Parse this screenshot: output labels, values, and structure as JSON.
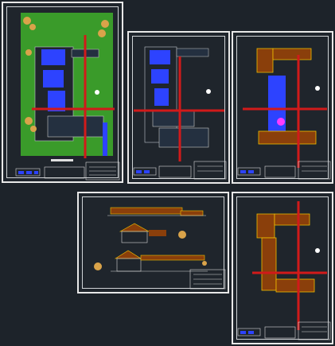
{
  "workspace": {
    "background": "#1d232a"
  },
  "colors": {
    "sheet_border": "#e8e8e8",
    "lawn": "#3a9b2a",
    "plan_blue": "#2d43ff",
    "axis_red": "#d11a1a",
    "roof_brown": "#8a3f0b",
    "roof_edge": "#f0c000",
    "highlight_magenta": "#ff3cff",
    "tree": "#d9a34a"
  },
  "sheets": [
    {
      "id": "site-plan",
      "kind": "landscape-site-plan"
    },
    {
      "id": "ground-floor-plan",
      "kind": "floor-plan"
    },
    {
      "id": "roof-plan-annotated",
      "kind": "roof-plan"
    },
    {
      "id": "sections-elevations",
      "kind": "sections"
    },
    {
      "id": "roof-plan",
      "kind": "roof-plan"
    }
  ]
}
